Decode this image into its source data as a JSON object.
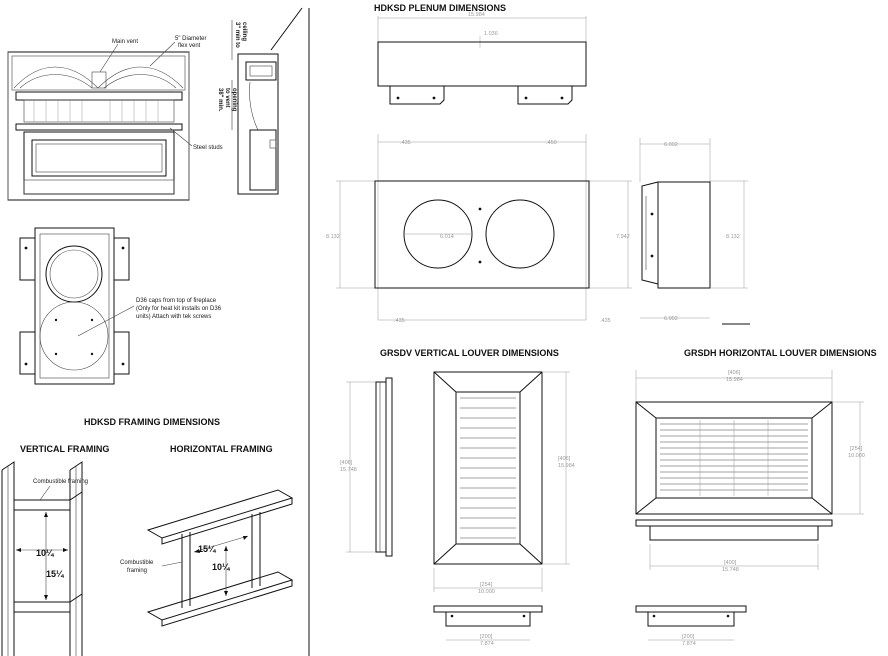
{
  "left": {
    "callouts": {
      "main_vent": "Main vent",
      "flex_vent_1": "5\" Diameter",
      "flex_vent_2": "flex vent",
      "steel_studs": "Steel studs",
      "ceiling_1": "3\" min to",
      "ceiling_2": "ceiling",
      "opening_1": "38\" min.",
      "opening_2": "to vent",
      "opening_3": "opening",
      "d36_1": "D36 caps from top of fireplace",
      "d36_2": "(Only for heat kit installs on D36",
      "d36_3": "units) Attach with tek screws"
    },
    "framing_title": "HDKSD FRAMING DIMENSIONS",
    "vertical_title": "VERTICAL FRAMING",
    "horizontal_title": "HORIZONTAL FRAMING",
    "combustible_1": "Combustible framing",
    "combustible_2a": "Combustible",
    "combustible_2b": "framing",
    "v_width": "10¼",
    "v_height": "15¼",
    "h_width": "15¼",
    "h_height": "10¼"
  },
  "plenum": {
    "title": "HDKSD PLENUM DIMENSIONS",
    "dims": {
      "top_width": "15.984",
      "top_inner": "1.036",
      "left_offset": ".435",
      "right_offset": ".450",
      "height": "8.132",
      "hole": "6.014",
      "inner_height": "7.942",
      "bottom_left": ".435",
      "bottom_right": ".435",
      "side_top": "6.002",
      "side_height": "8.132",
      "side_bottom": "6.002"
    }
  },
  "vertical_louver": {
    "title": "GRSDV VERTICAL LOUVER DIMENSIONS",
    "dims": {
      "side_mm": "[406]",
      "side_in": "15.748",
      "front_mm": "[406]",
      "front_in": "15.984",
      "width_mm": "[254]",
      "width_in": "10.000",
      "bottom_mm": "[200]",
      "bottom_in": "7.874"
    }
  },
  "horizontal_louver": {
    "title": "GRSDH HORIZONTAL LOUVER DIMENSIONS",
    "dims": {
      "top_mm": "[406]",
      "top_in": "15.984",
      "height_mm": "[254]",
      "height_in": "10.000",
      "width_mm": "[400]",
      "width_in": "15.748",
      "bottom_mm": "[200]",
      "bottom_in": "7.874"
    }
  }
}
